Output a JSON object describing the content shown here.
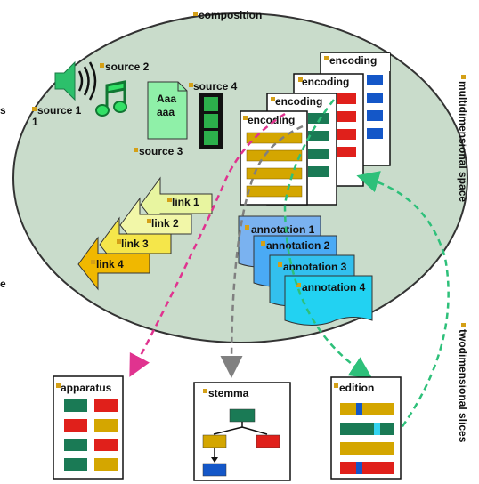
{
  "composition": "composition",
  "sources": [
    "source 1",
    "source 2",
    "source 3",
    "source 4"
  ],
  "text_sample": [
    "Aaa",
    "aaa"
  ],
  "encodings": [
    "encoding",
    "encoding",
    "encoding",
    "encoding"
  ],
  "links": [
    "link 1",
    "link 2",
    "link 3",
    "link 4"
  ],
  "annotations": [
    "annotation 1",
    "annotation 2",
    "annotation 3",
    "annotation 4"
  ],
  "slices": {
    "apparatus": "apparatus",
    "stemma": "stemma",
    "edition": "edition"
  },
  "side_labels": {
    "multidimensional": "multidimensional space",
    "twodimensional": "twodimensional slices"
  },
  "colors": {
    "bullet": "#d4a017",
    "ellipse_fill": "#c9dccb",
    "green": "#1a7a55",
    "red": "#e0201b",
    "gold": "#d4a600",
    "blue": "#1457c8",
    "cyan": "#33d4f0",
    "magenta": "#e0338f",
    "gray": "#808080",
    "teal": "#2ec07a"
  }
}
